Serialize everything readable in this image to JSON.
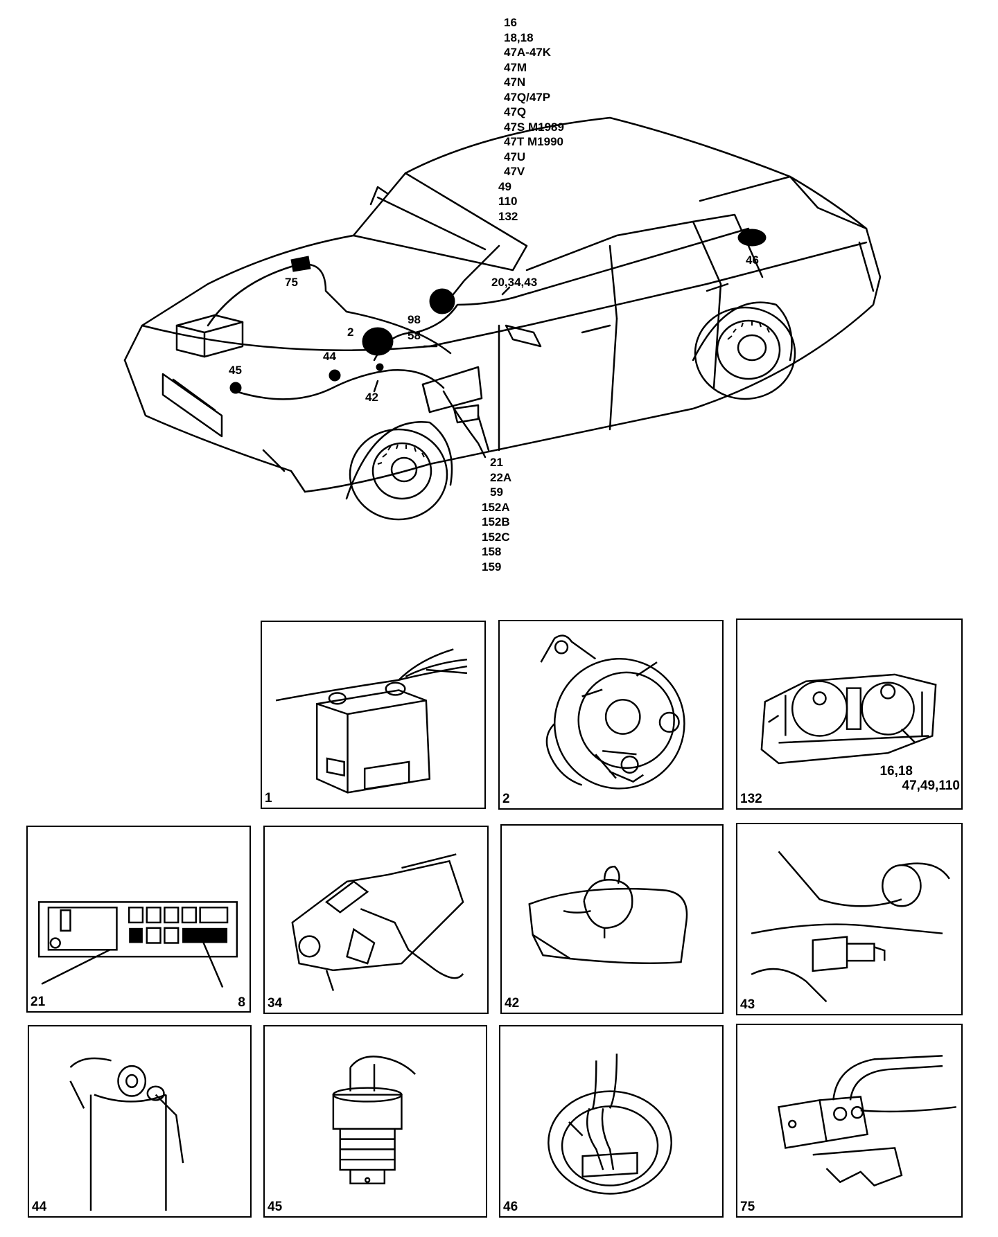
{
  "diagram": {
    "top_labels": [
      "16",
      "18,18",
      "47A-47K",
      "47M",
      "47N",
      "47Q/47P",
      "47Q",
      "47S M1989",
      "47T M1990",
      "47U",
      "47V",
      "49",
      "110",
      "132"
    ],
    "bottom_labels": [
      "21",
      "22A",
      "59",
      "152A",
      "152B",
      "152C",
      "158",
      "159"
    ],
    "callouts": {
      "c75": "75",
      "c46": "46",
      "c20": "20,34,43",
      "c98": "98",
      "c58": "58",
      "c2": "2",
      "c44": "44",
      "c45": "45",
      "c42": "42"
    }
  },
  "panels": [
    {
      "id": "p1",
      "number": "1"
    },
    {
      "id": "p2",
      "number": "2"
    },
    {
      "id": "p132",
      "number": "132",
      "extra": [
        "16,18",
        "47,49,110"
      ]
    },
    {
      "id": "p21",
      "number": "21",
      "extra_right": "8"
    },
    {
      "id": "p34",
      "number": "34"
    },
    {
      "id": "p42",
      "number": "42"
    },
    {
      "id": "p43",
      "number": "43"
    },
    {
      "id": "p44",
      "number": "44"
    },
    {
      "id": "p45",
      "number": "45"
    },
    {
      "id": "p46",
      "number": "46"
    },
    {
      "id": "p75",
      "number": "75"
    }
  ]
}
